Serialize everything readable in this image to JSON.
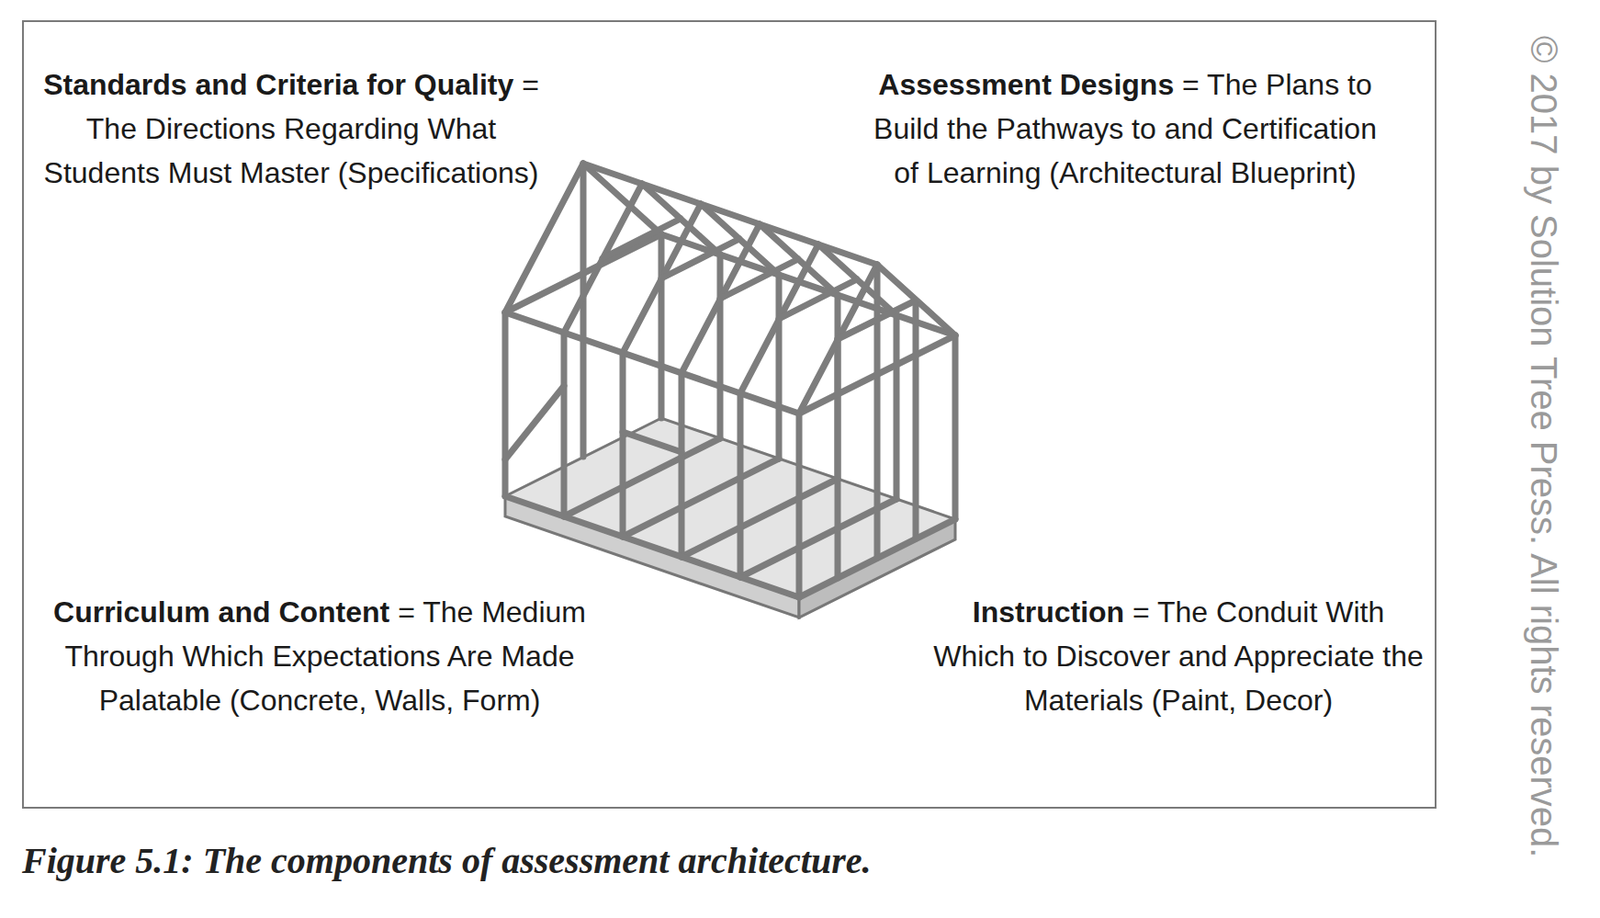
{
  "diagram": {
    "caption": "Figure 5.1: The components of assessment architecture.",
    "nodes": [
      {
        "text": [
          "Standards and Criteria for Quality",
          "= The Directions Regarding What Students Must Master (Specifications)",
          "Assessment Designs",
          "= The Plans to Build the Pathways to and Certification of Learning (Architectural Blueprint)",
          "Curriculum and Content",
          "= The Medium Through Which Expectations Are Made Palatable (Concrete, Walls, Form)",
          "Instruction",
          "= The Conduit With Which to Discover and Appreciate the Materials (Paint, Decor)"
        ]
      }
    ],
    "labels": [
      "© 2017 by Solution Tree Press. All rights reserved."
    ]
  }
}
